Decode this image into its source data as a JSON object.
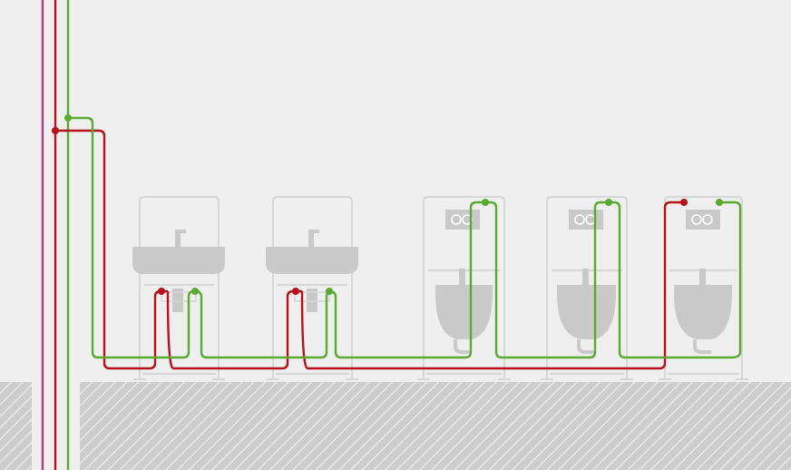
{
  "colors": {
    "background": "#efefef",
    "fixture_fill": "#c9c9c9",
    "frame_stroke": "#d6d6d6",
    "flush_plate": "#ffffff",
    "floor_fill": "#cdcdcd",
    "floor_hatch": "#f2f2f2",
    "cold_water_pipe": "#5aaa32",
    "hot_water_pipe": "#b5121b",
    "circulation_pipe": "#b03a8c"
  },
  "fixtures": [
    {
      "type": "washbasin",
      "hot_connection": true,
      "cold_connection": true
    },
    {
      "type": "washbasin",
      "hot_connection": true,
      "cold_connection": true
    },
    {
      "type": "wall-hung-wc",
      "hot_connection": false,
      "cold_connection": true
    },
    {
      "type": "wall-hung-wc",
      "hot_connection": false,
      "cold_connection": true
    },
    {
      "type": "wall-hung-wc",
      "hot_connection": true,
      "cold_connection": true
    }
  ],
  "risers": [
    "circulation",
    "hot-water",
    "cold-water"
  ]
}
